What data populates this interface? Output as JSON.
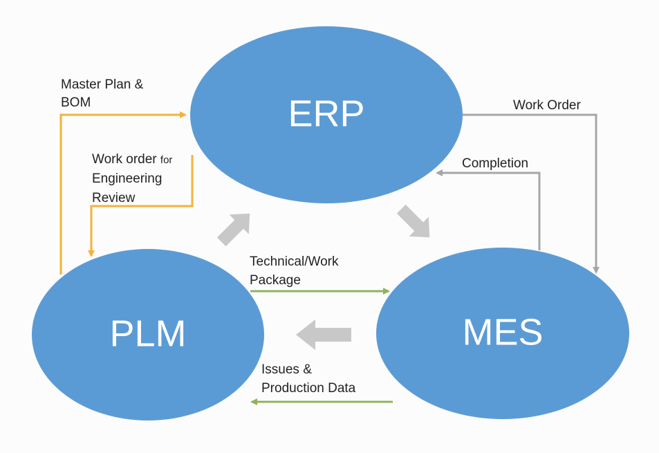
{
  "diagram": {
    "nodes": {
      "erp": {
        "label": "ERP"
      },
      "plm": {
        "label": "PLM"
      },
      "mes": {
        "label": "MES"
      }
    },
    "edges": {
      "master_plan": {
        "line1": "Master Plan &",
        "line2": "BOM"
      },
      "work_order_review": {
        "line1a": "Work order ",
        "line1b": "for",
        "line2": "Engineering",
        "line3": "Review"
      },
      "work_order": {
        "line1": "Work Order"
      },
      "completion": {
        "line1": "Completion"
      },
      "technical_package": {
        "line1": "Technical/Work",
        "line2": "Package"
      },
      "issues_data": {
        "line1": "Issues &",
        "line2": "Production Data"
      }
    },
    "colors": {
      "node_fill": "#5b9bd5",
      "orange": "#f5b23a",
      "gray_line": "#a6a6a6",
      "green": "#8fb35a",
      "block_arrow": "#c8c8c8"
    }
  }
}
